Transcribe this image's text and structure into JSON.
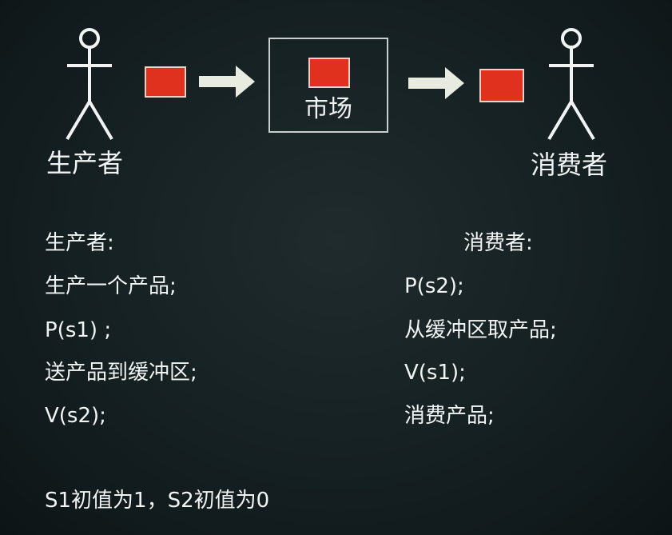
{
  "diagram": {
    "producer_figure_label": "生产者",
    "consumer_figure_label": "消费者",
    "market_label": "市场",
    "colors": {
      "product": "#e0301e",
      "arrow": "#e8ece0",
      "text": "#f2f4f4",
      "background": "#152022"
    }
  },
  "producer_code": {
    "title": "生产者:",
    "lines": [
      "生产一个产品;",
      "P(s1) ;",
      "送产品到缓冲区;",
      "V(s2);"
    ]
  },
  "consumer_code": {
    "title": "消费者:",
    "lines": [
      "P(s2);",
      "从缓冲区取产品;",
      "V(s1);",
      "消费产品;"
    ]
  },
  "footer_note": "S1初值为1，S2初值为0"
}
